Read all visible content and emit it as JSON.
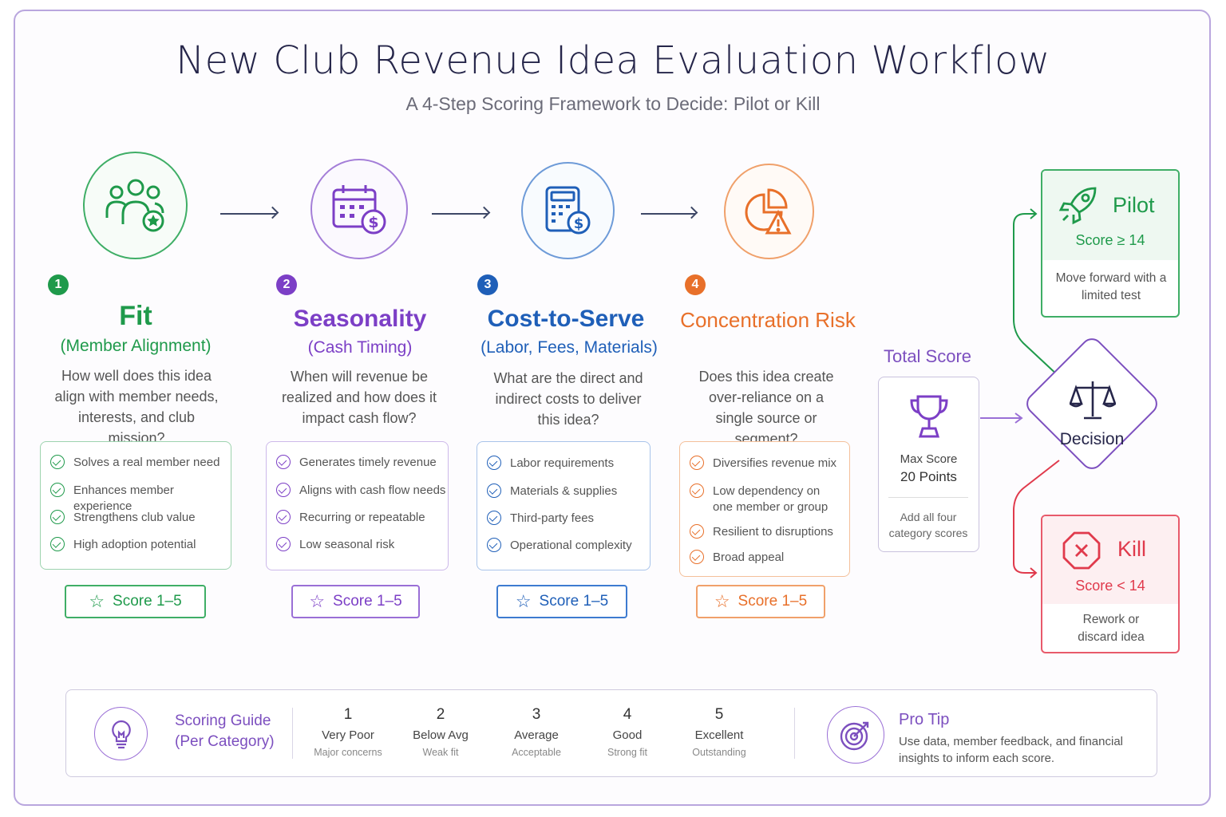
{
  "header": {
    "title": "New Club Revenue Idea Evaluation Workflow",
    "subtitle": "A 4-Step Scoring Framework to Decide: Pilot or Kill"
  },
  "steps": [
    {
      "number": "1",
      "title": "Fit",
      "subtitle": "(Member Alignment)",
      "question": "How well does this idea align with member needs, interests, and club mission?",
      "criteria": [
        "Solves a real member need",
        "Enhances member experience",
        "Strengthens club value",
        "High adoption potential"
      ],
      "score_label": "Score 1–5",
      "icon": "members-star-icon",
      "color": "#1f9a4b"
    },
    {
      "number": "2",
      "title": "Seasonality",
      "subtitle": "(Cash Timing)",
      "question": "When will revenue be realized and how does it impact cash flow?",
      "criteria": [
        "Generates timely revenue",
        "Aligns with cash flow needs",
        "Recurring or repeatable",
        "Low seasonal risk"
      ],
      "score_label": "Score 1–5",
      "icon": "calendar-dollar-icon",
      "color": "#7c3fc6"
    },
    {
      "number": "3",
      "title": "Cost-to-Serve",
      "subtitle": "(Labor, Fees, Materials)",
      "question": "What are the direct and indirect costs to deliver this idea?",
      "criteria": [
        "Labor requirements",
        "Materials & supplies",
        "Third-party fees",
        "Operational complexity"
      ],
      "score_label": "Score 1–5",
      "icon": "calculator-dollar-icon",
      "color": "#1f5fb8"
    },
    {
      "number": "4",
      "title": "Concentration Risk",
      "subtitle": "",
      "question": "Does this idea create over-reliance on a single source or segment?",
      "criteria": [
        "Diversifies revenue mix",
        "Low dependency on one member or group",
        "Resilient to disruptions",
        "Broad appeal"
      ],
      "score_label": "Score 1–5",
      "icon": "pie-chart-warning-icon",
      "color": "#e8702a"
    }
  ],
  "total": {
    "label": "Total Score",
    "max_line1": "Max Score",
    "max_line2": "20 Points",
    "note": "Add all four category scores",
    "icon": "trophy-icon"
  },
  "decision": {
    "label": "Decision",
    "icon": "scales-icon"
  },
  "outcomes": {
    "pilot": {
      "title": "Pilot",
      "score": "Score ≥ 14",
      "desc": "Move forward with a limited test",
      "icon": "rocket-icon",
      "color": "#1f9a4b"
    },
    "kill": {
      "title": "Kill",
      "score": "Score < 14",
      "desc": "Rework or discard idea",
      "icon": "stop-x-icon",
      "color": "#e03a4c"
    }
  },
  "guide": {
    "title": "Scoring Guide (Per Category)",
    "icon": "lightbulb-icon",
    "levels": [
      {
        "num": "1",
        "name": "Very Poor",
        "desc": "Major concerns"
      },
      {
        "num": "2",
        "name": "Below Avg",
        "desc": "Weak fit"
      },
      {
        "num": "3",
        "name": "Average",
        "desc": "Acceptable"
      },
      {
        "num": "4",
        "name": "Good",
        "desc": "Strong fit"
      },
      {
        "num": "5",
        "name": "Excellent",
        "desc": "Outstanding"
      }
    ],
    "tip_title": "Pro Tip",
    "tip_text": "Use data, member feedback, and financial insights to inform each score.",
    "tip_icon": "target-icon"
  },
  "colors": {
    "accent_purple": "#7c4fbf",
    "frame": "#b9a6de"
  }
}
